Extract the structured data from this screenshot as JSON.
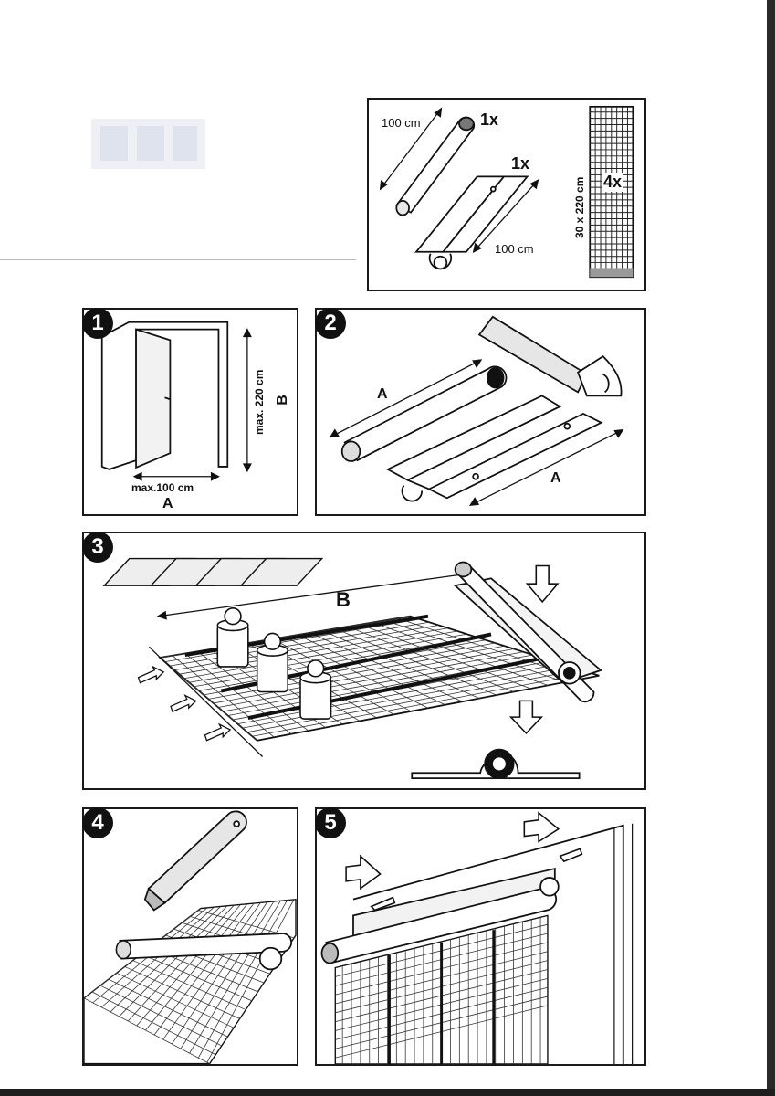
{
  "contents": {
    "rod_length": "100 cm",
    "rod_qty": "1x",
    "rail_qty": "1x",
    "rail_length": "100 cm",
    "strip_size": "30 x 220 cm",
    "strip_qty": "4x"
  },
  "steps": [
    {
      "number": "1",
      "label_a": "A",
      "label_b": "B",
      "width": "max.100 cm",
      "height": "max. 220 cm"
    },
    {
      "number": "2",
      "label_a1": "A",
      "label_a2": "A"
    },
    {
      "number": "3",
      "label_b": "B"
    },
    {
      "number": "4"
    },
    {
      "number": "5"
    }
  ]
}
